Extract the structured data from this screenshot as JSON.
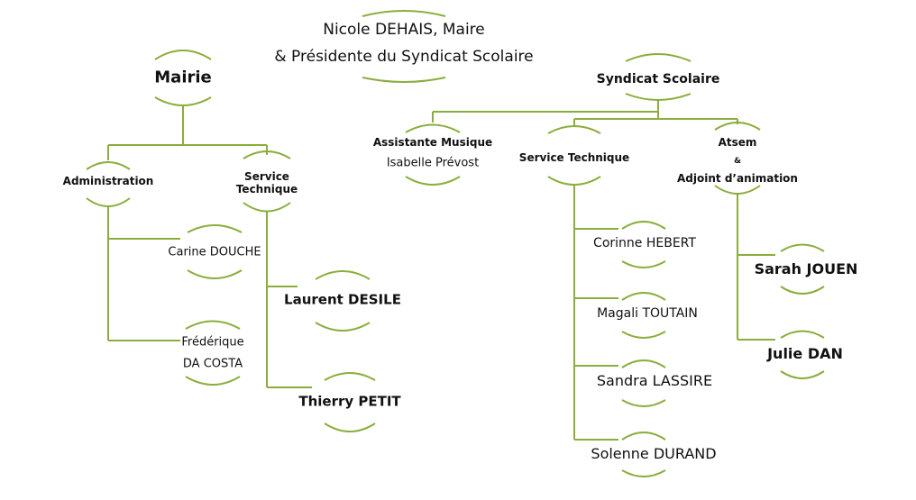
{
  "header": {
    "line1": "Nicole DEHAIS, Maire",
    "line2": "& Présidente du Syndicat Scolaire"
  },
  "mairie": {
    "title": "Mairie",
    "administration": {
      "label": "Administration",
      "members": [
        "Carine DOUCHE",
        "Frédérique",
        "DA COSTA"
      ]
    },
    "service_technique": {
      "label_line1": "Service",
      "label_line2": "Technique",
      "members": [
        "Laurent DESILE",
        "Thierry PETIT"
      ]
    }
  },
  "syndicat": {
    "title": "Syndicat Scolaire",
    "assistante": {
      "label": "Assistante Musique",
      "name": "Isabelle Prévost"
    },
    "service_technique": {
      "label": "Service Technique",
      "members": [
        "Corinne HEBERT",
        "Magali TOUTAIN",
        "Sandra LASSIRE",
        "Solenne DURAND"
      ]
    },
    "atsem": {
      "label_line1": "Atsem",
      "label_amp": "&",
      "label_line2": "Adjoint d’animation",
      "members": [
        "Sarah JOUEN",
        "Julie DAN"
      ]
    }
  },
  "colors": {
    "line": "#8aae3c",
    "text": "#111111"
  }
}
